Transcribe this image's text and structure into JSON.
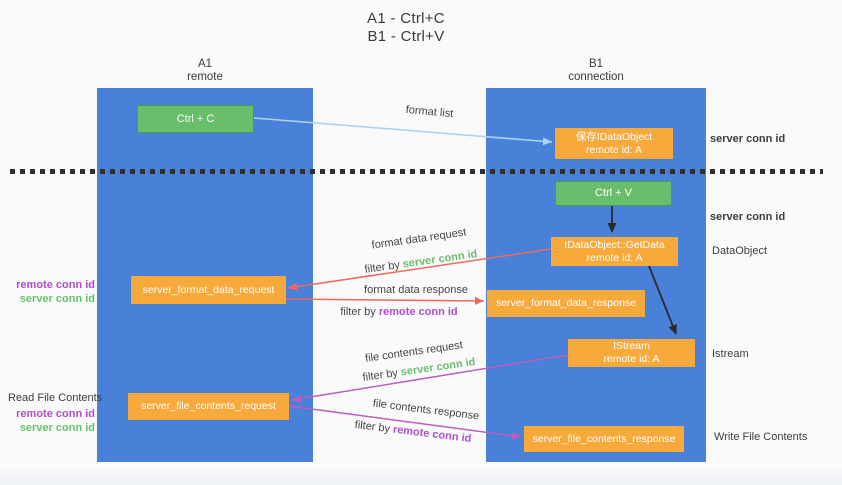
{
  "title": {
    "line1": "A1 - Ctrl+C",
    "line2": "B1 - Ctrl+V"
  },
  "lifelines": {
    "a1": {
      "name": "A1",
      "subtitle": "remote"
    },
    "b1": {
      "name": "B1",
      "subtitle": "connection"
    }
  },
  "nodes": {
    "ctrl_c": {
      "label": "Ctrl + C"
    },
    "save_idataobject": {
      "line1": "保存IDataObject",
      "line2": "remote id: A"
    },
    "ctrl_v": {
      "label": "Ctrl + V"
    },
    "getdata": {
      "line1": "IDataObject::GetData",
      "line2": "remote id: A"
    },
    "format_request": {
      "label": "server_format_data_request"
    },
    "format_response": {
      "label": "server_format_data_response"
    },
    "istream": {
      "line1": "IStream",
      "line2": "remote id: A"
    },
    "file_request": {
      "label": "server_file_contents_request"
    },
    "file_response": {
      "label": "server_file_contents_response"
    }
  },
  "arrow_labels": {
    "format_list": "format list",
    "format_data_request": "format data request",
    "format_data_response": "format data response",
    "file_contents_request": "file contents request",
    "file_contents_response": "file contents response",
    "filter_by": "filter by",
    "server_conn_id": "server conn id",
    "remote_conn_id": "remote conn id"
  },
  "side_labels": {
    "server_conn_id_top": "server conn id",
    "server_conn_id_mid": "server conn id",
    "dataobject": "DataObject",
    "istream": "Istream",
    "write_file_contents": "Write File Contents",
    "read_file_contents": "Read File Contents",
    "remote_conn_id": "remote conn id",
    "server_conn_id": "server conn id"
  },
  "colors": {
    "lane_blue": "#4a81d8",
    "node_green": "#68be6a",
    "node_orange": "#f7a93b",
    "arrow_red": "#ee6a5f",
    "arrow_purple": "#bb5ec0",
    "arrow_light_blue": "#a9d4f1",
    "arrow_black": "#2b2b2b",
    "label_green": "#6abf6d",
    "label_purple": "#ae4fc8",
    "text_dark": "#3d3d3d"
  }
}
